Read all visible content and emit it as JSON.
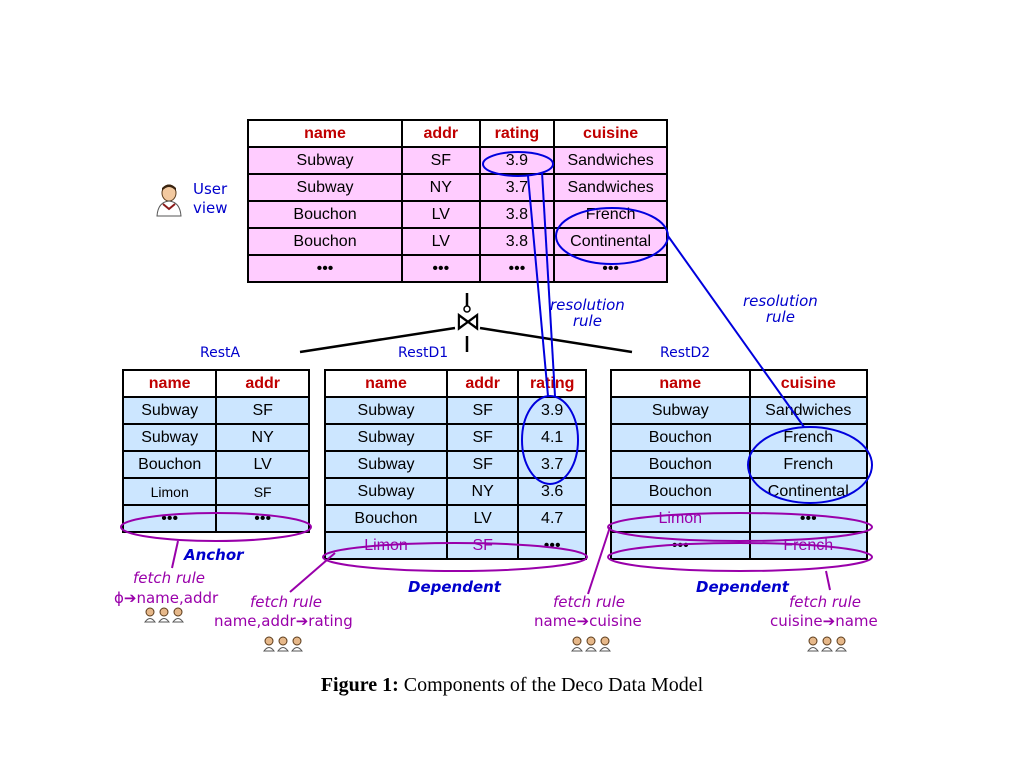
{
  "user_view": {
    "label": "User\nview",
    "headers": [
      "name",
      "addr",
      "rating",
      "cuisine"
    ],
    "rows": [
      [
        "Subway",
        "SF",
        "3.9",
        "Sandwiches"
      ],
      [
        "Subway",
        "NY",
        "3.7",
        "Sandwiches"
      ],
      [
        "Bouchon",
        "LV",
        "3.8",
        "French"
      ],
      [
        "Bouchon",
        "LV",
        "3.8",
        "Continental"
      ],
      [
        "•••",
        "•••",
        "•••",
        "•••"
      ]
    ]
  },
  "join_symbol": "⋈",
  "resolution_rule_1": "resolution\nrule",
  "resolution_rule_2": "resolution\nrule",
  "restA": {
    "title": "RestA",
    "headers": [
      "name",
      "addr"
    ],
    "rows": [
      [
        "Subway",
        "SF"
      ],
      [
        "Subway",
        "NY"
      ],
      [
        "Bouchon",
        "LV"
      ],
      [
        "Limon",
        "SF"
      ],
      [
        "•••",
        "•••"
      ]
    ],
    "role": "Anchor",
    "fetch_title": "fetch rule",
    "fetch_rule": "ϕ➔name,addr"
  },
  "restD1": {
    "title": "RestD1",
    "headers": [
      "name",
      "addr",
      "rating"
    ],
    "rows": [
      [
        "Subway",
        "SF",
        "3.9"
      ],
      [
        "Subway",
        "SF",
        "4.1"
      ],
      [
        "Subway",
        "SF",
        "3.7"
      ],
      [
        "Subway",
        "NY",
        "3.6"
      ],
      [
        "Bouchon",
        "LV",
        "4.7"
      ],
      [
        "Limon",
        "SF",
        "•••"
      ]
    ],
    "role": "Dependent",
    "fetch_title": "fetch rule",
    "fetch_rule": "name,addr➔rating"
  },
  "restD2": {
    "title": "RestD2",
    "headers": [
      "name",
      "cuisine"
    ],
    "rows": [
      [
        "Subway",
        "Sandwiches"
      ],
      [
        "Bouchon",
        "French"
      ],
      [
        "Bouchon",
        "French"
      ],
      [
        "Bouchon",
        "Continental"
      ],
      [
        "Limon",
        "•••"
      ],
      [
        "•••",
        "French"
      ]
    ],
    "role": "Dependent",
    "fetch_title": "fetch rule",
    "fetch_rule": "name➔cuisine",
    "fetch_title_2": "fetch rule",
    "fetch_rule_2": "cuisine➔name"
  },
  "caption": {
    "prefix": "Figure 1:",
    "text": " Components of the Deco Data Model"
  },
  "colors": {
    "pink": "#ffccff",
    "blue": "#cce6ff",
    "header": "#c00000",
    "annot_blue": "#0000cc",
    "annot_purple": "#9900aa"
  }
}
